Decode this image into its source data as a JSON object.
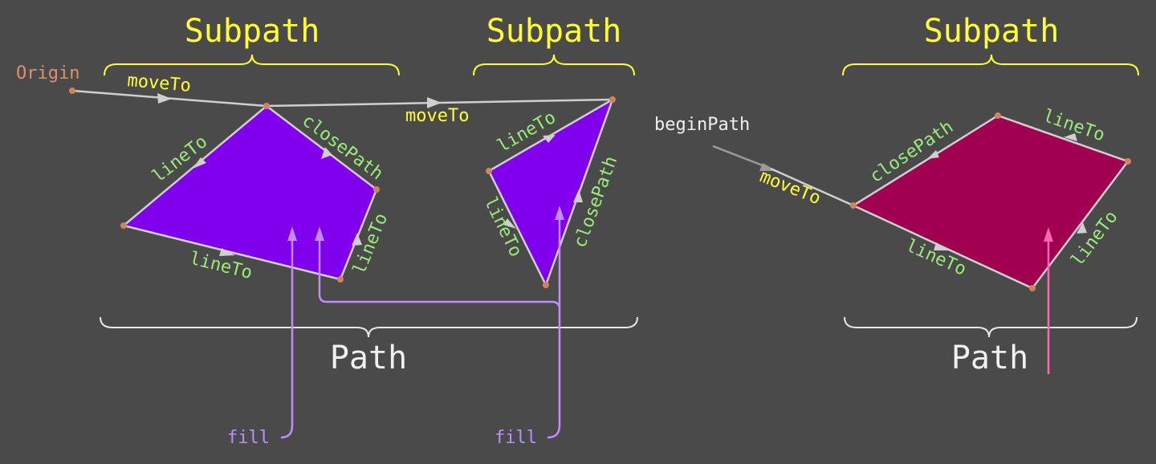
{
  "labels": {
    "subpath": "Subpath",
    "path": "Path",
    "origin": "Origin",
    "move_to": "moveTo",
    "line_to": "lineTo",
    "close_path": "closePath",
    "begin_path": "beginPath",
    "fill": "fill"
  },
  "colors": {
    "background": "#4a4a4a",
    "subpath_fill": "#8000ee",
    "path_fill": "#a0004f",
    "annotation_yellow": "#ffff33",
    "command_green": "#99ee77",
    "fill_arrow_purple": "#c08cff",
    "fill_arrow_pink": "#ff66b0",
    "point_orange": "#d0845c"
  }
}
